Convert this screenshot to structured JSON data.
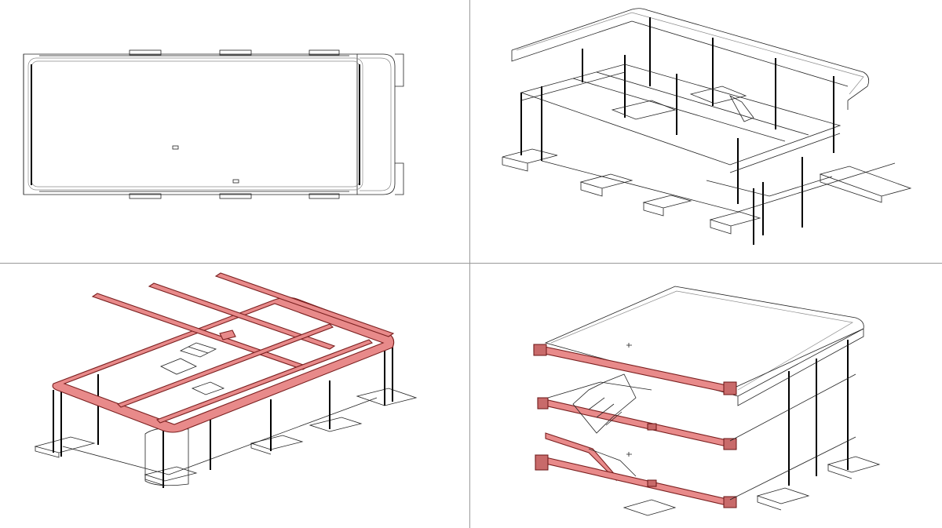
{
  "layout": "2x2-viewports",
  "viewports": [
    {
      "id": "top-left",
      "view": "plan"
    },
    {
      "id": "top-right",
      "view": "isometric-frame"
    },
    {
      "id": "bottom-left",
      "view": "isometric-cut-beams"
    },
    {
      "id": "bottom-right",
      "view": "isometric-section"
    }
  ],
  "colors": {
    "line": "#222222",
    "cut_fill": "#e88a8a",
    "cut_stroke": "#7a1f1f",
    "divider": "#9a9a9a",
    "background": "#ffffff"
  }
}
